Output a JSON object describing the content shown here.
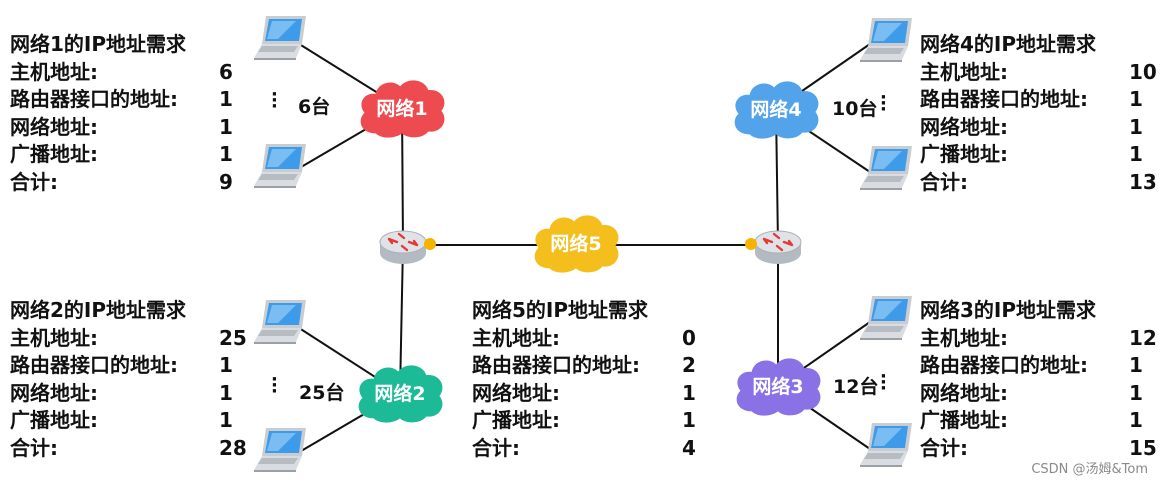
{
  "networks": [
    {
      "id": "net1",
      "cloud_label": "网络1",
      "host_count_label": "6台",
      "color": "#ee4b50",
      "table": {
        "title": "网络1的IP地址需求",
        "rows": [
          {
            "label": "主机地址:",
            "value": "6"
          },
          {
            "label": "路由器接口的地址:",
            "value": "1"
          },
          {
            "label": "网络地址:",
            "value": "1"
          },
          {
            "label": "广播地址:",
            "value": "1"
          },
          {
            "label": "合计:",
            "value": "9"
          }
        ]
      }
    },
    {
      "id": "net2",
      "cloud_label": "网络2",
      "host_count_label": "25台",
      "color": "#1dba97",
      "table": {
        "title": "网络2的IP地址需求",
        "rows": [
          {
            "label": "主机地址:",
            "value": "25"
          },
          {
            "label": "路由器接口的地址:",
            "value": "1"
          },
          {
            "label": "网络地址:",
            "value": "1"
          },
          {
            "label": "广播地址:",
            "value": "1"
          },
          {
            "label": "合计:",
            "value": "28"
          }
        ]
      }
    },
    {
      "id": "net3",
      "cloud_label": "网络3",
      "host_count_label": "12台",
      "color": "#8a72e6",
      "table": {
        "title": "网络3的IP地址需求",
        "rows": [
          {
            "label": "主机地址:",
            "value": "12"
          },
          {
            "label": "路由器接口的地址:",
            "value": "1"
          },
          {
            "label": "网络地址:",
            "value": "1"
          },
          {
            "label": "广播地址:",
            "value": "1"
          },
          {
            "label": "合计:",
            "value": "15"
          }
        ]
      }
    },
    {
      "id": "net4",
      "cloud_label": "网络4",
      "host_count_label": "10台",
      "color": "#52a3ea",
      "table": {
        "title": "网络4的IP地址需求",
        "rows": [
          {
            "label": "主机地址:",
            "value": "10"
          },
          {
            "label": "路由器接口的地址:",
            "value": "1"
          },
          {
            "label": "网络地址:",
            "value": "1"
          },
          {
            "label": "广播地址:",
            "value": "1"
          },
          {
            "label": "合计:",
            "value": "13"
          }
        ]
      }
    },
    {
      "id": "net5",
      "cloud_label": "网络5",
      "color": "#f4be1d",
      "table": {
        "title": "网络5的IP地址需求",
        "rows": [
          {
            "label": "主机地址:",
            "value": "0"
          },
          {
            "label": "路由器接口的地址:",
            "value": "2"
          },
          {
            "label": "网络地址:",
            "value": "1"
          },
          {
            "label": "广播地址:",
            "value": "1"
          },
          {
            "label": "合计:",
            "value": "4"
          }
        ]
      }
    }
  ],
  "colors": {
    "line": "#111111",
    "router_body": "#dfe3e8",
    "router_arrows": "#e53935",
    "interface_dot": "#f5b400",
    "laptop_screen": "#3d9be9",
    "laptop_body": "#c9cdd2"
  },
  "icons": [
    "laptop-icon",
    "router-icon",
    "cloud-icon"
  ],
  "watermark": "CSDN @汤姆&Tom"
}
